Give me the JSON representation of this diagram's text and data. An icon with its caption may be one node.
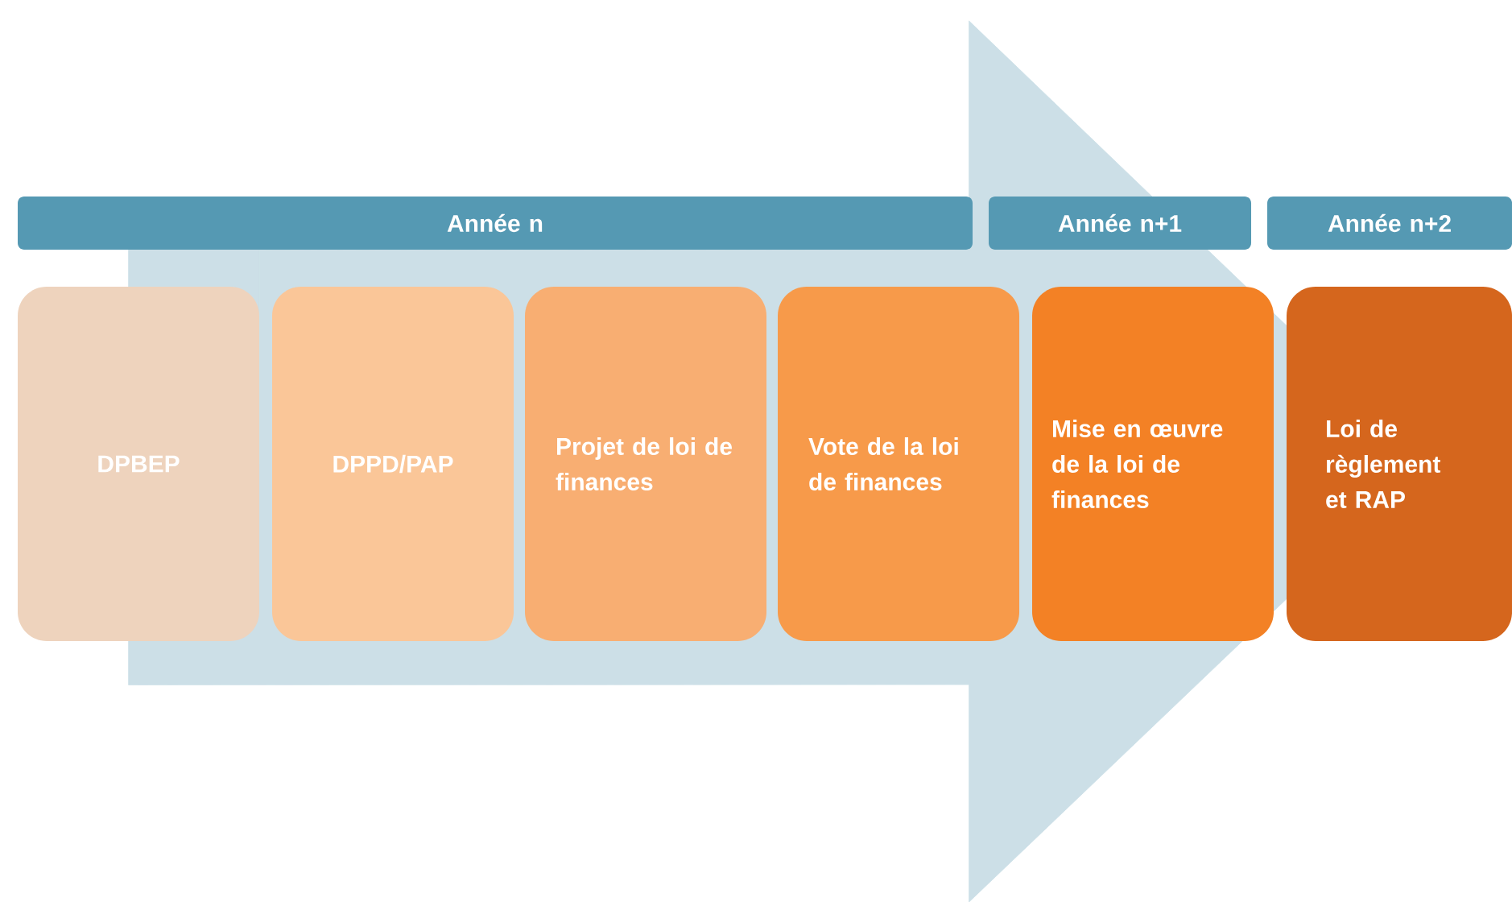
{
  "diagram": {
    "nodes": [
      {
        "text": [
          "Année n"
        ]
      },
      {
        "text": [
          "Année n+1"
        ]
      },
      {
        "text": [
          "Année n+2"
        ]
      },
      {
        "text": [
          "DPBEP"
        ]
      },
      {
        "text": [
          "DPPD/PAP"
        ]
      },
      {
        "text": [
          "Projet de loi de finances"
        ]
      },
      {
        "text": [
          "Vote de la loi de finances"
        ]
      },
      {
        "text": [
          "Mise en œuvre de la loi de finances"
        ]
      },
      {
        "text": [
          "Loi de règlement et RAP"
        ]
      }
    ],
    "edges": [
      {
        "from": 3,
        "to": 8,
        "arrow": "to"
      }
    ]
  }
}
